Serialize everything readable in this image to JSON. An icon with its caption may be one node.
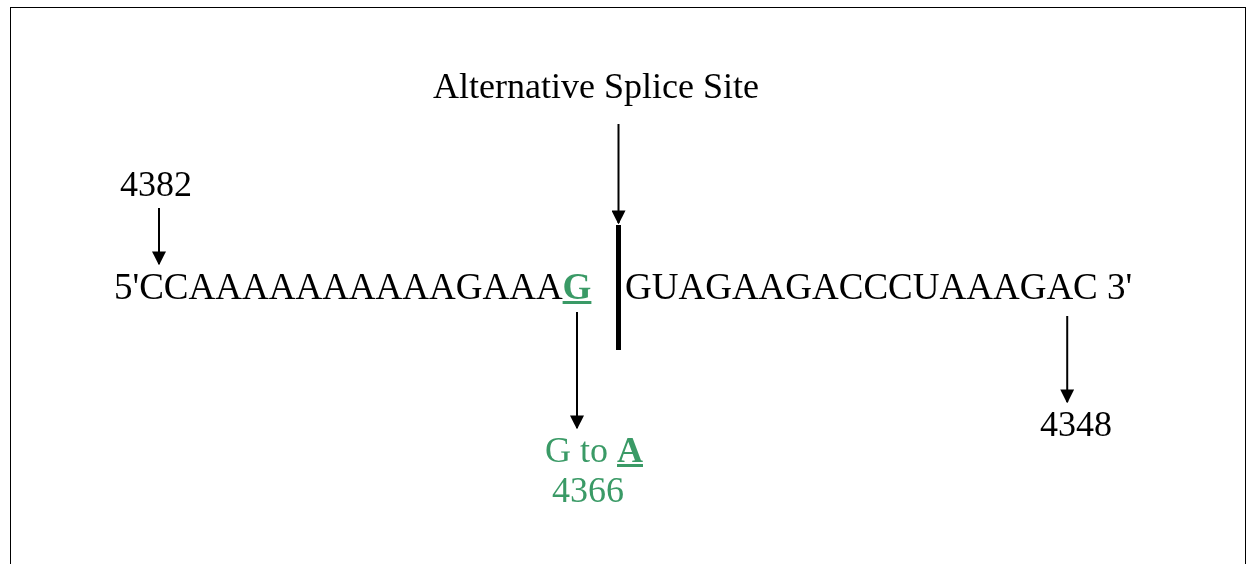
{
  "diagram": {
    "nodes": [
      {
        "text": [
          "Alternative Splice Site"
        ]
      },
      {
        "text": [],
        "shape": "bar"
      },
      {
        "text": [
          "4382"
        ]
      },
      {
        "text": [
          "5'CCAAAAAAAAAAGAAA**G**"
        ]
      },
      {
        "text": [
          "GUAGAAGACCCUAAAGAC 3'"
        ]
      },
      {
        "text": [
          "G to **A**",
          "4366"
        ]
      },
      {
        "text": [
          "4348"
        ]
      }
    ],
    "edges": [
      {
        "from": 0,
        "to": 1,
        "arrow": "to"
      },
      {
        "from": 2,
        "to": 3,
        "arrow": "to"
      },
      {
        "from": 3,
        "to": 5,
        "arrow": "to"
      },
      {
        "from": 4,
        "to": 6,
        "arrow": "to"
      }
    ]
  }
}
